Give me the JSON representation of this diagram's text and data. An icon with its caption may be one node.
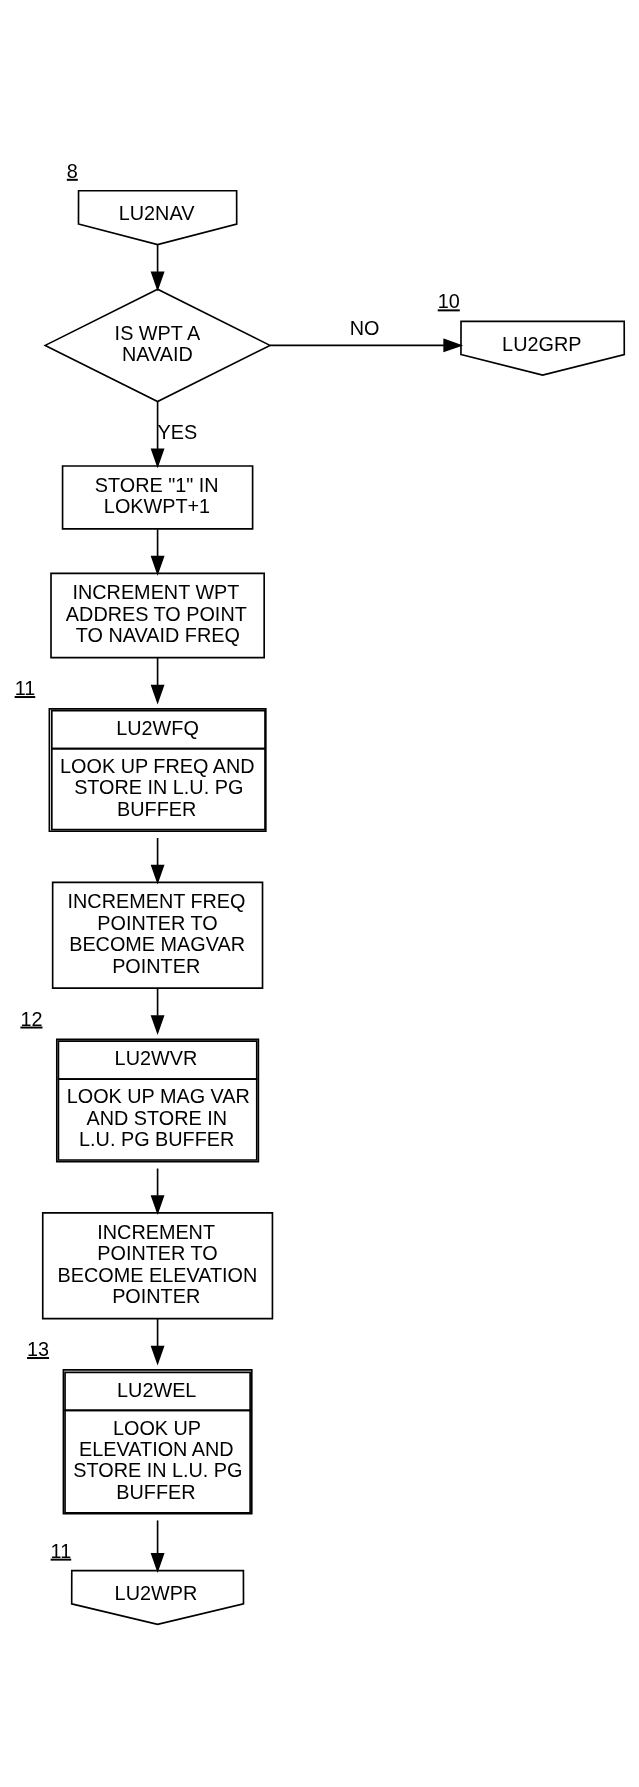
{
  "diagram": {
    "nodes": [
      {
        "text": [
          "LU2NAV"
        ],
        "beside": [
          "8"
        ]
      },
      {
        "text": [
          "IS WPT A NAVAID"
        ]
      },
      {
        "text": [
          "LU2GRP"
        ],
        "beside": [
          "10"
        ]
      },
      {
        "text": [
          "STORE \"1\" IN LOKWPT+1"
        ]
      },
      {
        "text": [
          "INCREMENT WPT ADDRES TO POINT TO NAVAID FREQ"
        ]
      },
      {
        "text": [
          "LU2WFQ",
          "LOOK UP FREQ AND STORE IN L.U. PG BUFFER"
        ],
        "beside": [
          "11"
        ]
      },
      {
        "text": [
          "INCREMENT FREQ POINTER TO BECOME MAGVAR POINTER"
        ]
      },
      {
        "text": [
          "LU2WVR",
          "LOOK UP MAG VAR AND STORE IN L.U. PG BUFFER"
        ],
        "beside": [
          "12"
        ]
      },
      {
        "text": [
          "INCREMENT POINTER TO BECOME ELEVATION POINTER"
        ]
      },
      {
        "text": [
          "LU2WEL",
          "LOOK UP ELEVATION AND STORE IN L.U. PG BUFFER"
        ],
        "beside": [
          "13"
        ]
      },
      {
        "text": [
          "LU2WPR"
        ],
        "beside": [
          "11"
        ]
      }
    ],
    "edges": [
      {
        "from": 0,
        "to": 1,
        "arrow": "to"
      },
      {
        "from": 1,
        "to": 2,
        "arrow": "to",
        "label": "NO"
      },
      {
        "from": 1,
        "to": 3,
        "arrow": "to",
        "label": "YES"
      },
      {
        "from": 3,
        "to": 4,
        "arrow": "to"
      },
      {
        "from": 4,
        "to": 5,
        "arrow": "to"
      },
      {
        "from": 5,
        "to": 6,
        "arrow": "to"
      },
      {
        "from": 6,
        "to": 7,
        "arrow": "to"
      },
      {
        "from": 7,
        "to": 8,
        "arrow": "to"
      },
      {
        "from": 8,
        "to": 9,
        "arrow": "to"
      },
      {
        "from": 9,
        "to": 10,
        "arrow": "to"
      }
    ]
  }
}
